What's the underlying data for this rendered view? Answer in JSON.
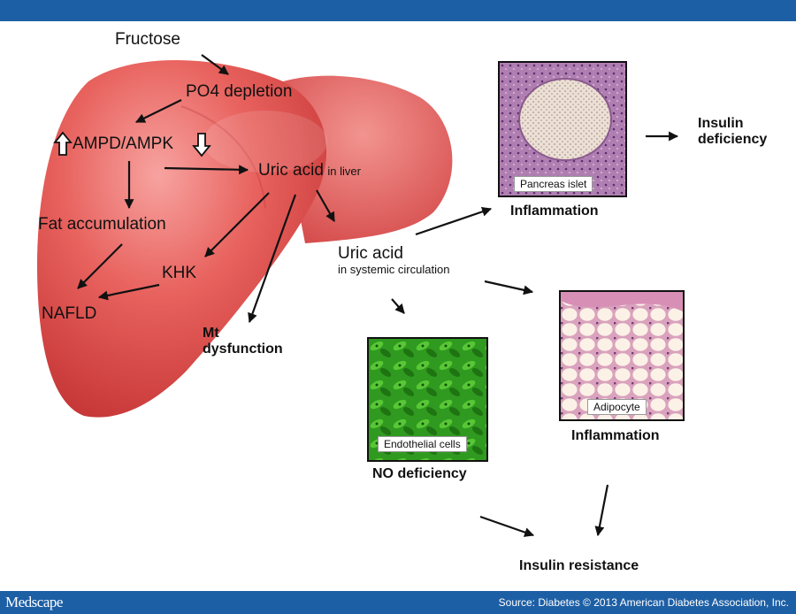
{
  "footer": {
    "logo": "Medscape",
    "source": "Source: Diabetes © 2013 American Diabetes Association, Inc."
  },
  "diagram": {
    "liver": {
      "fructose": "Fructose",
      "po4": "PO4 depletion",
      "ampd": "AMPD/AMPK",
      "uric_liver": "Uric acid",
      "uric_liver_sub": "in liver",
      "fat": "Fat accumulation",
      "khk": "KHK",
      "nafld": "NAFLD",
      "mt_line1": "Mt",
      "mt_line2": "dysfunction"
    },
    "systemic": {
      "uric": "Uric acid",
      "uric_sub": "in systemic circulation"
    },
    "pancreas": {
      "caption": "Pancreas islet",
      "label": "Inflammation",
      "outcome_line1": "Insulin",
      "outcome_line2": "deficiency"
    },
    "adipocyte": {
      "caption": "Adipocyte",
      "label": "Inflammation"
    },
    "endothelial": {
      "caption": "Endothelial cells",
      "label": "NO deficiency"
    },
    "insulin_resistance": "Insulin resistance",
    "colors": {
      "liver": "#e04b4b",
      "liver_highlight": "#f7a3a0",
      "bar": "#1d5fa5"
    }
  }
}
